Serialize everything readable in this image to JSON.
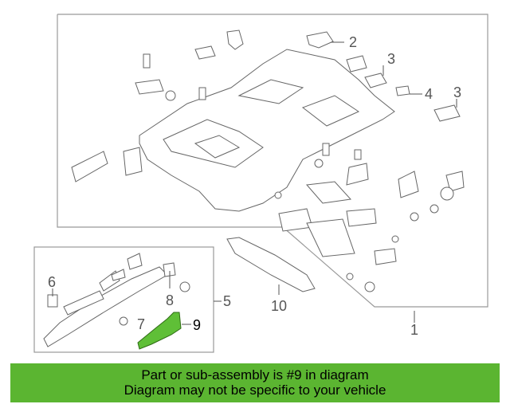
{
  "diagram": {
    "callouts": {
      "c1": "1",
      "c2": "2",
      "c3a": "3",
      "c3b": "3",
      "c4": "4",
      "c5": "5",
      "c6": "6",
      "c7": "7",
      "c8": "8",
      "c9": "9",
      "c10": "10"
    },
    "highlight_part": "9",
    "highlight_color": "#5fbf37"
  },
  "banner": {
    "line1": "Part or sub-assembly is #9 in diagram",
    "line2": "Diagram may not be specific to your vehicle",
    "color": "#5bb531"
  }
}
